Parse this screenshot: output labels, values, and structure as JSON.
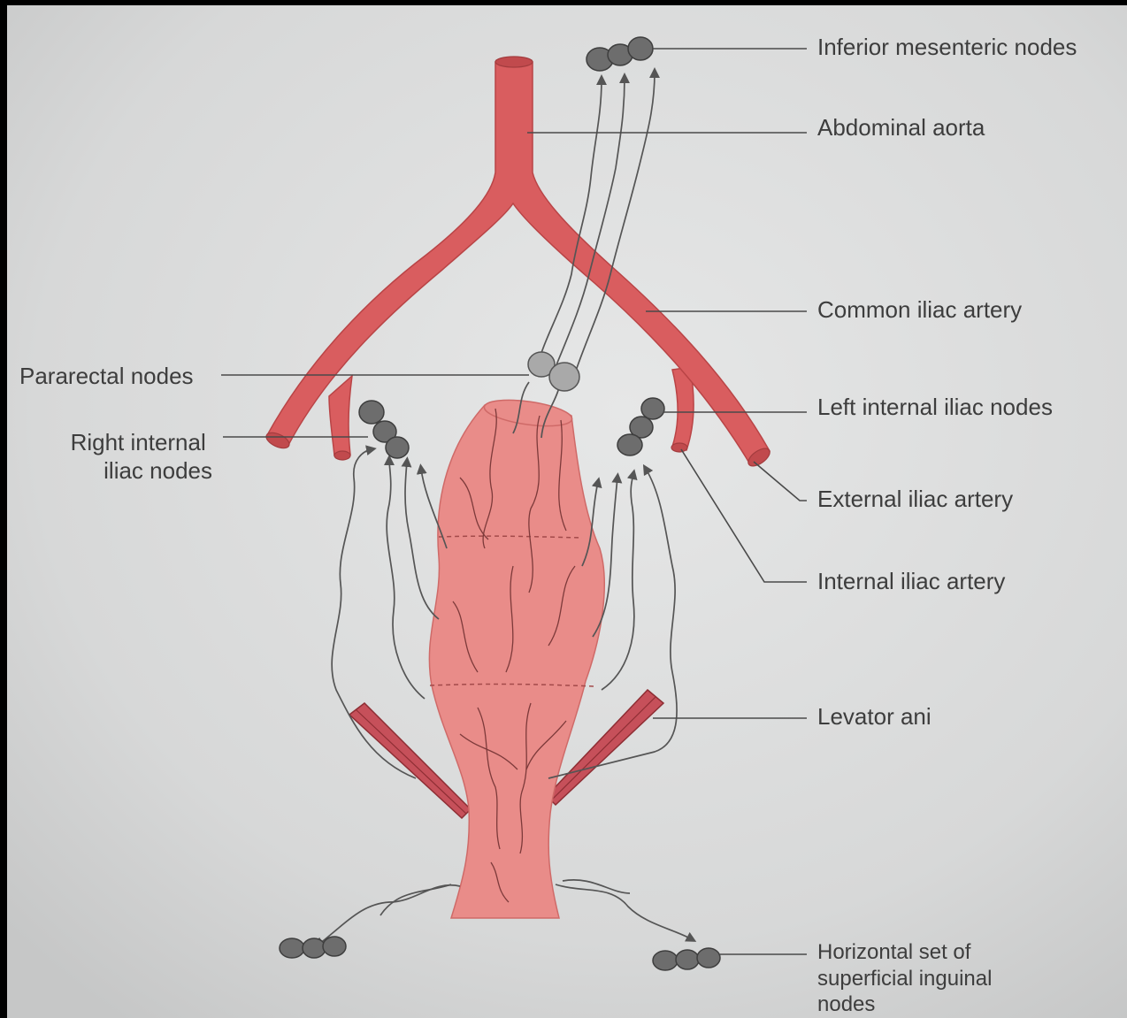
{
  "labels": {
    "inferior_mesenteric_nodes": "Inferior mesenteric nodes",
    "abdominal_aorta": "Abdominal aorta",
    "common_iliac_artery": "Common iliac artery",
    "pararectal_nodes": "Pararectal nodes",
    "left_internal_iliac_nodes": "Left internal iliac nodes",
    "right_internal_iliac_nodes": [
      "Right internal",
      "iliac nodes"
    ],
    "external_iliac_artery": "External iliac artery",
    "internal_iliac_artery": "Internal iliac artery",
    "levator_ani": "Levator ani",
    "horizontal_superficial_inguinal_nodes": [
      "Horizontal set of",
      "superficial inguinal",
      "nodes"
    ]
  },
  "colors": {
    "artery": "#d95d5f",
    "rectum": "#e98c89",
    "lymph_node": "#6d6d6d",
    "background": "#dcdddd"
  }
}
